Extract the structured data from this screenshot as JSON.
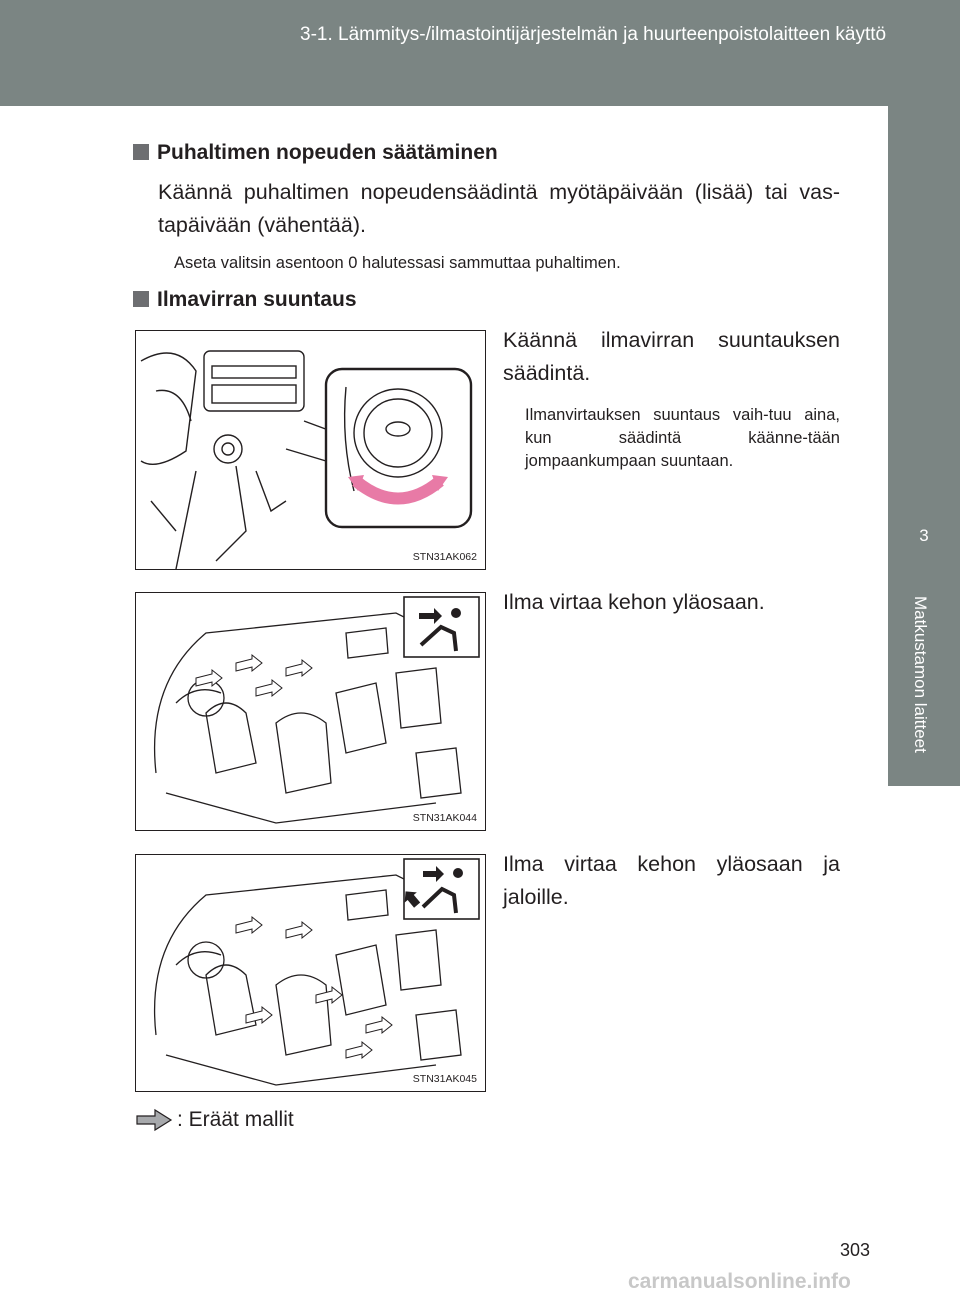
{
  "header": {
    "title": "3-1. Lämmitys-/ilmastointijärjestelmän ja huurteenpoistolaitteen käyttö"
  },
  "side_tab": {
    "chapter_number": "3",
    "chapter_label": "Matkustamon laitteet"
  },
  "section1": {
    "heading": "Puhaltimen nopeuden säätäminen",
    "body": "Käännä puhaltimen nopeudensäädintä myötäpäivään (lisää) tai vas-tapäivään (vähentää).",
    "note": "Aseta valitsin asentoon 0 halutessasi sammuttaa puhaltimen."
  },
  "section2": {
    "heading": "Ilmavirran suuntaus",
    "items": [
      {
        "text": "Käännä ilmavirran suuntauksen säädintä.",
        "note": "Ilmanvirtauksen suuntaus vaih-tuu aina, kun säädintä käänne-tään jompaankumpaan suuntaan.",
        "figure_code": "STN31AK062"
      },
      {
        "text": "Ilma virtaa kehon yläosaan.",
        "figure_code": "STN31AK044"
      },
      {
        "text": "Ilma virtaa kehon yläosaan ja jaloille.",
        "figure_code": "STN31AK045"
      }
    ]
  },
  "legend": {
    "text": ": Eräät mallit",
    "arrow_color": "#a7a9ac"
  },
  "page_number": "303",
  "watermark": "carmanualsonline.info",
  "colors": {
    "header_bg": "#7b8583",
    "text": "#231f20",
    "accent_arc": "#e87aa6"
  }
}
